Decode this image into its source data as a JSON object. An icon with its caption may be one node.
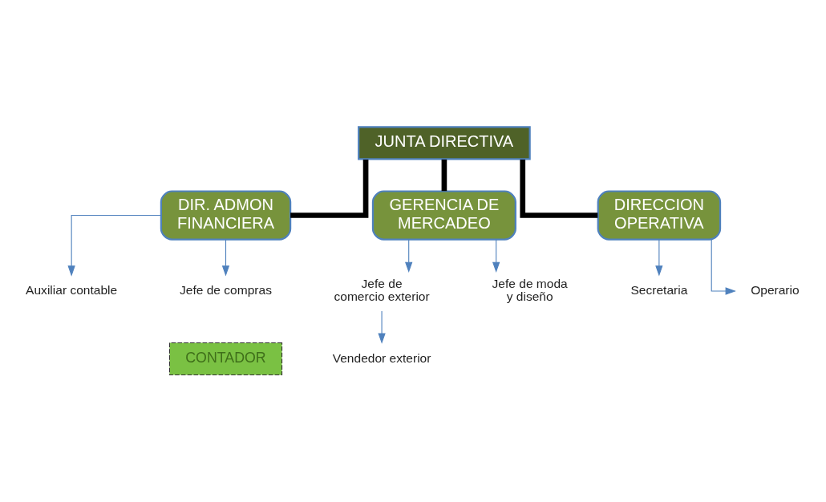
{
  "diagram": {
    "nodes": [
      {
        "text": [
          "JUNTA DIRECTIVA"
        ]
      },
      {
        "text": [
          "DIR. ADMON FINANCIERA"
        ]
      },
      {
        "text": [
          "GERENCIA DE MERCADEO"
        ]
      },
      {
        "text": [
          "DIRECCION OPERATIVA"
        ]
      },
      {
        "text": [
          "Auxiliar contable"
        ]
      },
      {
        "text": [
          "Jefe de compras"
        ]
      },
      {
        "text": [
          "CONTADOR"
        ]
      },
      {
        "text": [
          "Jefe de comercio exterior"
        ]
      },
      {
        "text": [
          "Vendedor exterior"
        ]
      },
      {
        "text": [
          "Jefe de moda y diseño"
        ]
      },
      {
        "text": [
          "Secretaria"
        ]
      },
      {
        "text": [
          "Operario"
        ]
      }
    ],
    "edges": [
      {
        "from": 0,
        "to": 1,
        "arrow": "none",
        "style": "thick",
        "color": "#000000"
      },
      {
        "from": 0,
        "to": 2,
        "arrow": "none",
        "style": "thick",
        "color": "#000000"
      },
      {
        "from": 0,
        "to": 3,
        "arrow": "none",
        "style": "thick",
        "color": "#000000"
      },
      {
        "from": 1,
        "to": 4,
        "arrow": "to"
      },
      {
        "from": 1,
        "to": 5,
        "arrow": "to"
      },
      {
        "from": 2,
        "to": 7,
        "arrow": "to"
      },
      {
        "from": 7,
        "to": 8,
        "arrow": "to"
      },
      {
        "from": 2,
        "to": 9,
        "arrow": "to"
      },
      {
        "from": 3,
        "to": 10,
        "arrow": "to"
      },
      {
        "from": 3,
        "to": 11,
        "arrow": "to"
      }
    ]
  }
}
